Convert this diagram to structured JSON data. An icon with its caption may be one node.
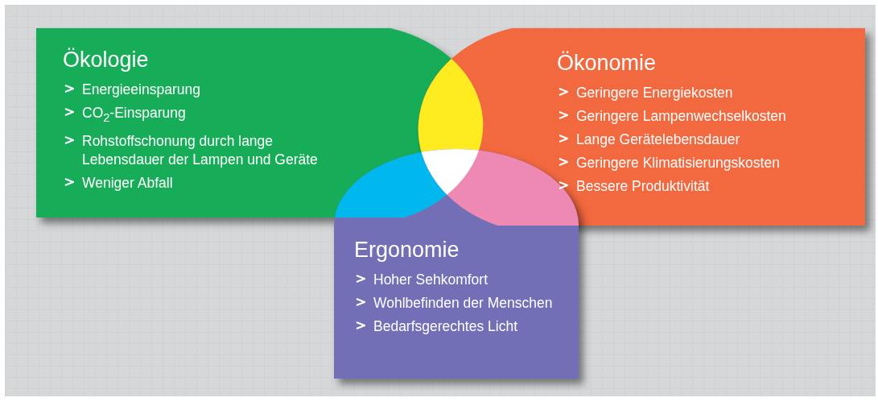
{
  "diagram": {
    "nodes": [
      {
        "text": [
          "Ökologie",
          "Energieeinsparung",
          "CO$_{2}$-Einsparung",
          "Rohstoffschonung durch lange Lebensdauer der Lampen und Geräte",
          "Weniger Abfall"
        ]
      },
      {
        "text": [
          "Ökonomie",
          "Geringere Energiekosten",
          "Geringere Lampenwechselkosten",
          "Lange Gerätelebensdauer",
          "Geringere Klimatisierungskosten",
          "Bessere Produktivität"
        ]
      },
      {
        "text": [
          "Ergonomie",
          "Hoher Sehkomfort",
          "Wohlbefinden der Menschen",
          "Bedarfsgerechtes Licht"
        ]
      }
    ]
  }
}
